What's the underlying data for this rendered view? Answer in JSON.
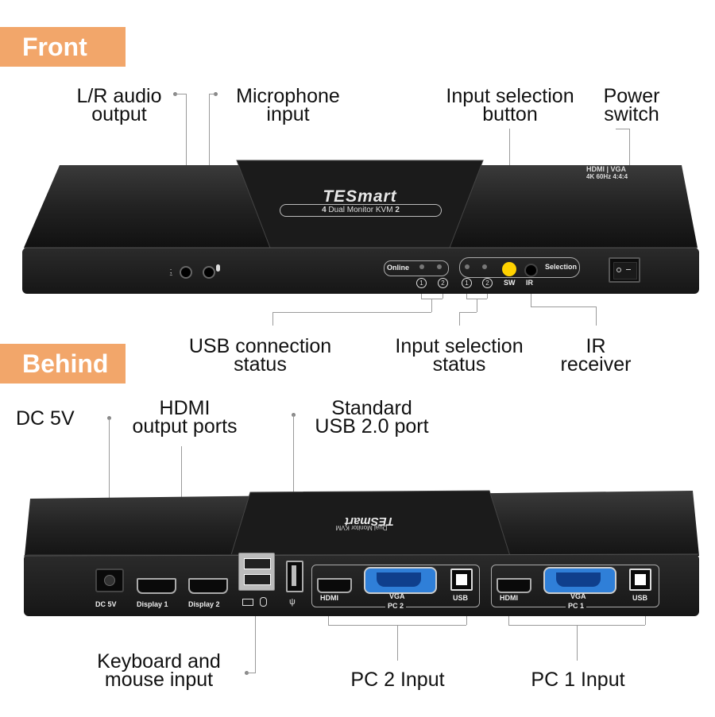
{
  "sections": {
    "front": "Front",
    "behind": "Behind"
  },
  "front_labels": {
    "audio_out": [
      "L/R audio",
      "output"
    ],
    "mic_in": [
      "Microphone",
      "input"
    ],
    "input_button": [
      "Input selection",
      "button"
    ],
    "power": [
      "Power",
      "switch"
    ],
    "usb_status": [
      "USB connection",
      "status"
    ],
    "input_status": [
      "Input selection",
      "status"
    ],
    "ir": [
      "IR",
      "receiver"
    ]
  },
  "front_device": {
    "brand": "TESmart",
    "model": "Dual Monitor KVM",
    "model_left_num": "4",
    "model_right_num": "2",
    "corner_spec_1": "HDMI | VGA",
    "corner_spec_2": "4K 60Hz 4:4:4",
    "online": "Online",
    "selection": "Selection",
    "sw": "SW",
    "ir": "IR",
    "num_1": "1",
    "num_2": "2"
  },
  "behind_labels": {
    "dc": "DC 5V",
    "hdmi_out": [
      "HDMI",
      "output ports"
    ],
    "usb_port": [
      "Standard",
      "USB 2.0 port"
    ],
    "keyboard": [
      "Keyboard and",
      "mouse input"
    ],
    "pc2": "PC 2 Input",
    "pc1": "PC 1 Input"
  },
  "back_device": {
    "dc": "DC 5V",
    "display1": "Display 1",
    "display2": "Display 2",
    "hdmi": "HDMI",
    "vga": "VGA",
    "usb": "USB",
    "pc2": "PC 2",
    "pc1": "PC 1"
  },
  "colors": {
    "tag": "#f2a66a",
    "device_body": "#1e1e1e",
    "button_yellow": "#ffd200",
    "vga_blue": "#2f7fd8"
  }
}
